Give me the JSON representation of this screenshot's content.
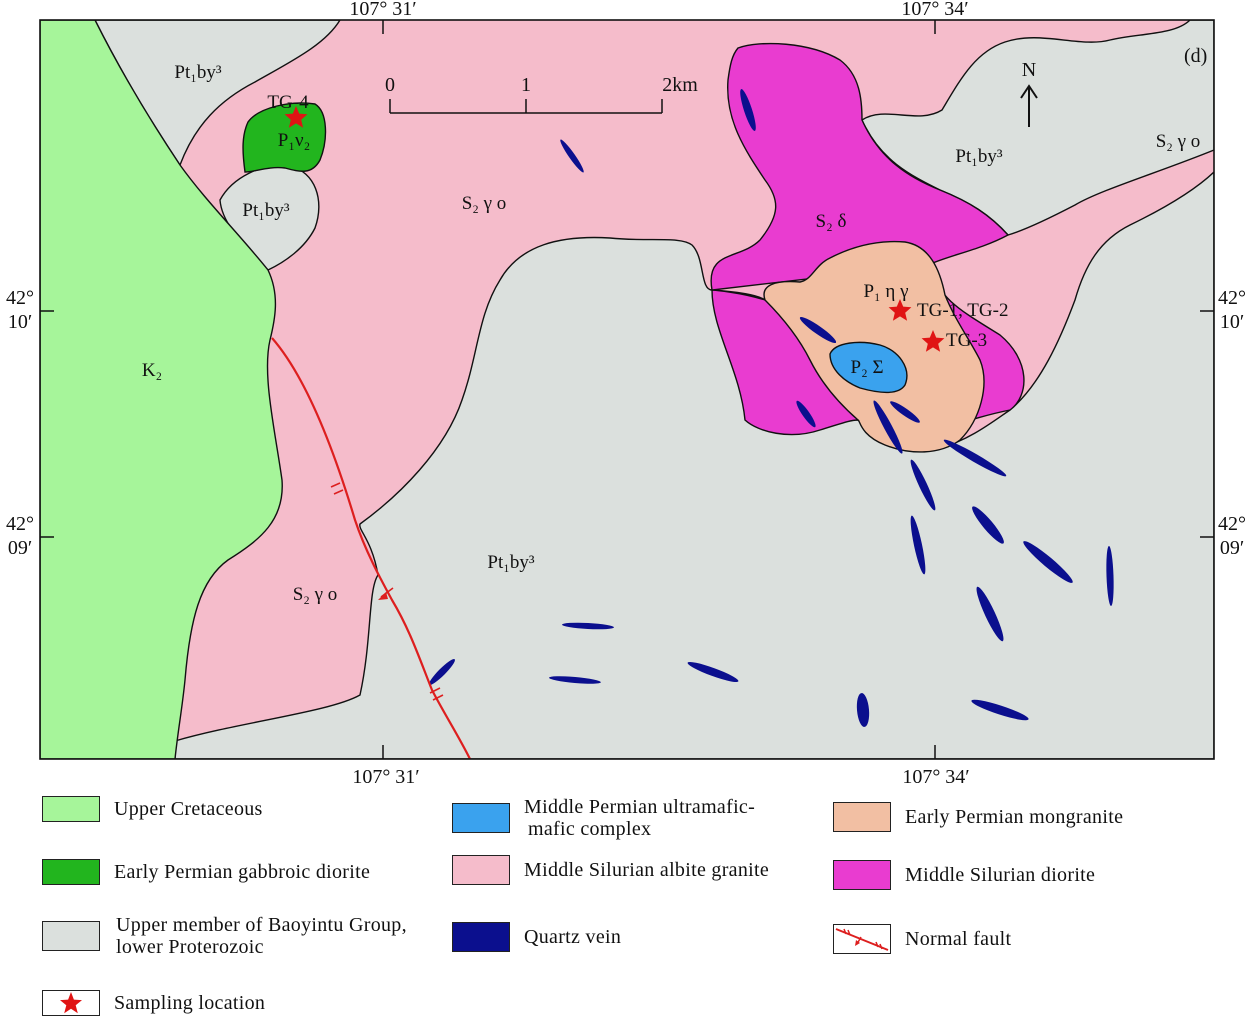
{
  "map": {
    "panel_label": "(d)",
    "colors": {
      "upper_cretaceous": "#a6f59a",
      "gabbroic_diorite": "#22b51e",
      "baoyintu": "#dbe0dd",
      "albite_granite": "#f5bccb",
      "silurian_diorite": "#e93cd0",
      "mongranite": "#f2bfa3",
      "ultramafic": "#3aa2ee",
      "quartz_vein": "#0b0f8e",
      "fault": "#dd1f1f",
      "sample_star": "#e01414"
    },
    "coordinates": {
      "top_left": "107° 31′",
      "top_right": "107° 34′",
      "bottom_left": "107° 31′",
      "bottom_right": "107° 34′",
      "left_upper_deg": "42°",
      "left_upper_min": "10′",
      "left_lower_deg": "42°",
      "left_lower_min": "09′",
      "right_upper_deg": "42°",
      "right_upper_min": "10′",
      "right_lower_deg": "42°",
      "right_lower_min": "09′"
    },
    "scale_bar": {
      "tick_0": "0",
      "tick_1": "1",
      "tick_2": "2km"
    },
    "north_label": "N",
    "unit_labels": {
      "pt_top_left": "Pt₁by³",
      "pt_small": "Pt₁by³",
      "pt_top_right": "Pt₁by³",
      "pt_bottom": "Pt₁by³",
      "s2go_top": "S₂ γ o",
      "s2go_right": "S₂ γ o",
      "s2go_bottom": "S₂ γ o",
      "s2_delta": "S₂ δ",
      "p1_eta_gamma": "P₁ η γ",
      "p2_sigma": "P₂ Σ",
      "k2": "K₂",
      "p1_nu2": "P₁ν₂"
    },
    "samples": {
      "tg4": "TG-4",
      "tg12": "TG-1, TG-2",
      "tg3": "TG-3"
    }
  },
  "legend": {
    "upper_cretaceous": "Upper Cretaceous",
    "gabbroic_diorite": "Early Permian gabbroic diorite",
    "baoyintu_line1": "Upper member of Baoyintu Group,",
    "baoyintu_line2": "lower Proterozoic",
    "sampling_location": "Sampling location",
    "ultramafic_line1": "Middle Permian ultramafic-",
    "ultramafic_line2": "mafic complex",
    "albite_granite": "Middle Silurian albite granite",
    "quartz_vein": "Quartz vein",
    "mongranite": "Early Permian mongranite",
    "silurian_diorite": "Middle Silurian diorite",
    "normal_fault": "Normal fault"
  }
}
